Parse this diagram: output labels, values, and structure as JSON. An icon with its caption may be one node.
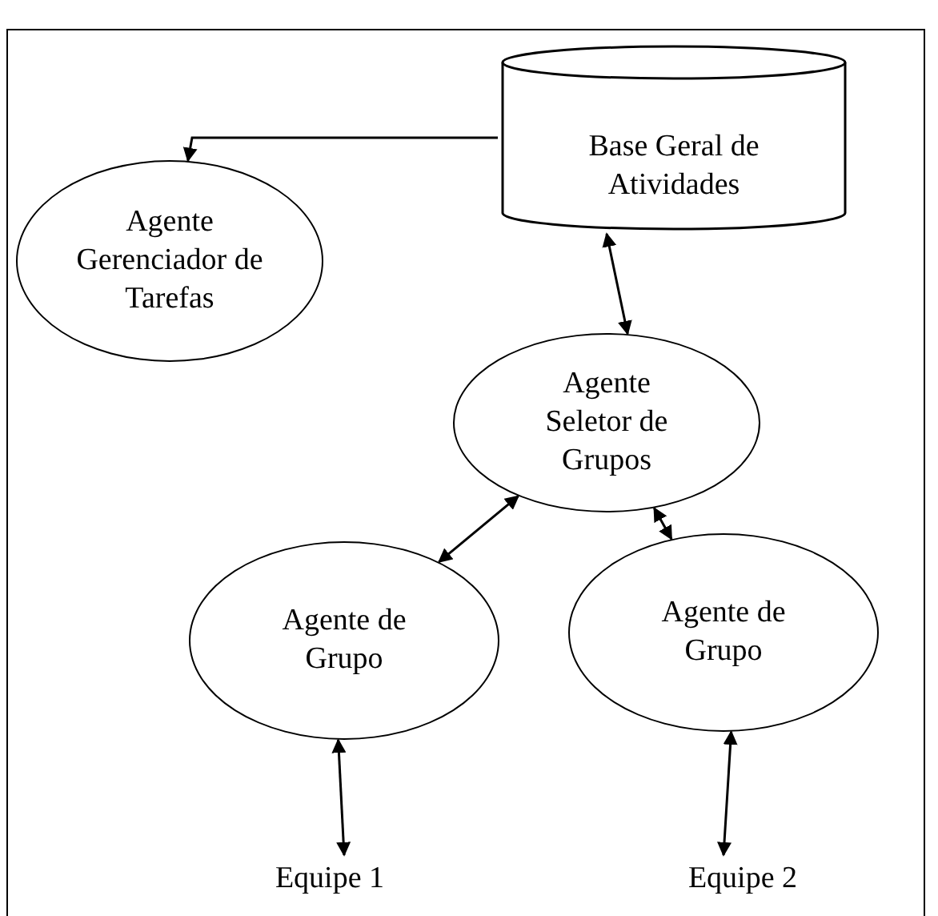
{
  "diagram": {
    "nodes": [
      {
        "text": [
          "Base Geral de Atividades"
        ]
      },
      {
        "text": [
          "Agente Gerenciador de Tarefas"
        ]
      },
      {
        "text": [
          "Agente Seletor de Grupos"
        ]
      },
      {
        "text": [
          "Agente de Grupo"
        ]
      },
      {
        "text": [
          "Agente de Grupo"
        ]
      },
      {
        "text": [
          "Equipe 1"
        ]
      },
      {
        "text": [
          "Equipe 2"
        ]
      }
    ],
    "edges": [
      {
        "from": 0,
        "to": 1,
        "arrow": "to"
      },
      {
        "from": 0,
        "to": 2,
        "arrow": "both"
      },
      {
        "from": 2,
        "to": 3,
        "arrow": "both"
      },
      {
        "from": 2,
        "to": 4,
        "arrow": "both"
      },
      {
        "from": 3,
        "to": 5,
        "arrow": "both"
      },
      {
        "from": 4,
        "to": 6,
        "arrow": "both"
      }
    ]
  }
}
